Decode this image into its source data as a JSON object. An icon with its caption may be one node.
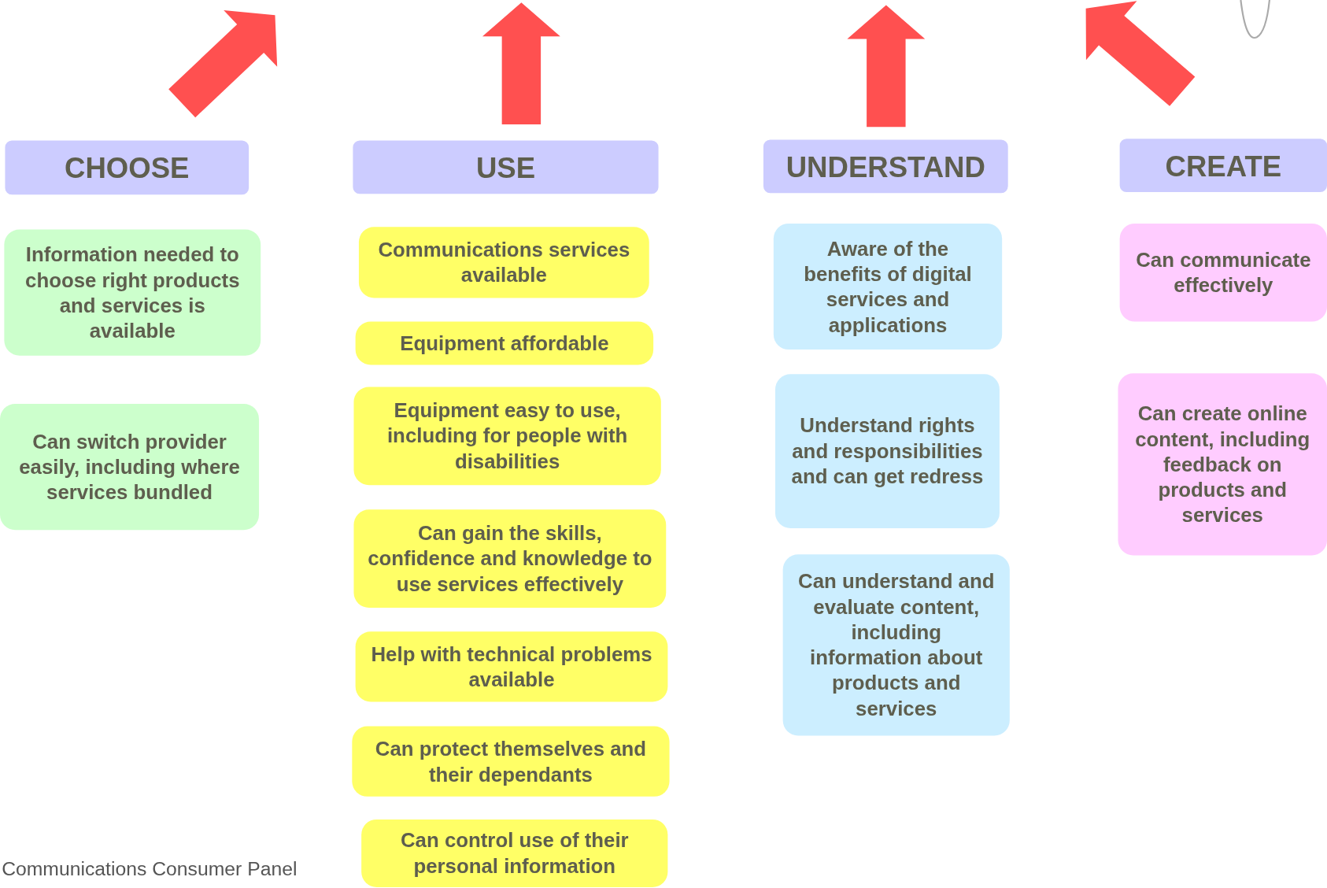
{
  "diagram": {
    "nodes": [
      {
        "text": [
          "CHOOSE"
        ]
      },
      {
        "text": [
          "Information needed to choose right products and services is available"
        ]
      },
      {
        "text": [
          "Can switch provider easily, including where services bundled"
        ]
      },
      {
        "text": [
          "USE"
        ]
      },
      {
        "text": [
          "Communications services available"
        ]
      },
      {
        "text": [
          "Equipment affordable"
        ]
      },
      {
        "text": [
          "Equipment easy to use, including for people with disabilities"
        ]
      },
      {
        "text": [
          "Can gain the skills, confidence and knowledge to use services effectively"
        ]
      },
      {
        "text": [
          "Help with technical problems available"
        ]
      },
      {
        "text": [
          "Can protect themselves and their dependants"
        ]
      },
      {
        "text": [
          "Can control use of their personal information"
        ]
      },
      {
        "text": [
          "UNDERSTAND"
        ]
      },
      {
        "text": [
          "Aware of the benefits of digital services and applications"
        ]
      },
      {
        "text": [
          "Understand rights and responsibilities and can get redress"
        ]
      },
      {
        "text": [
          "Can understand and evaluate content, including information about products and services"
        ]
      },
      {
        "text": [
          "CREATE"
        ]
      },
      {
        "text": [
          "Can communicate effectively"
        ]
      },
      {
        "text": [
          "Can create online content, including feedback on products and services"
        ]
      }
    ],
    "edges": [],
    "labels": [
      "Communications Consumer Panel"
    ]
  }
}
